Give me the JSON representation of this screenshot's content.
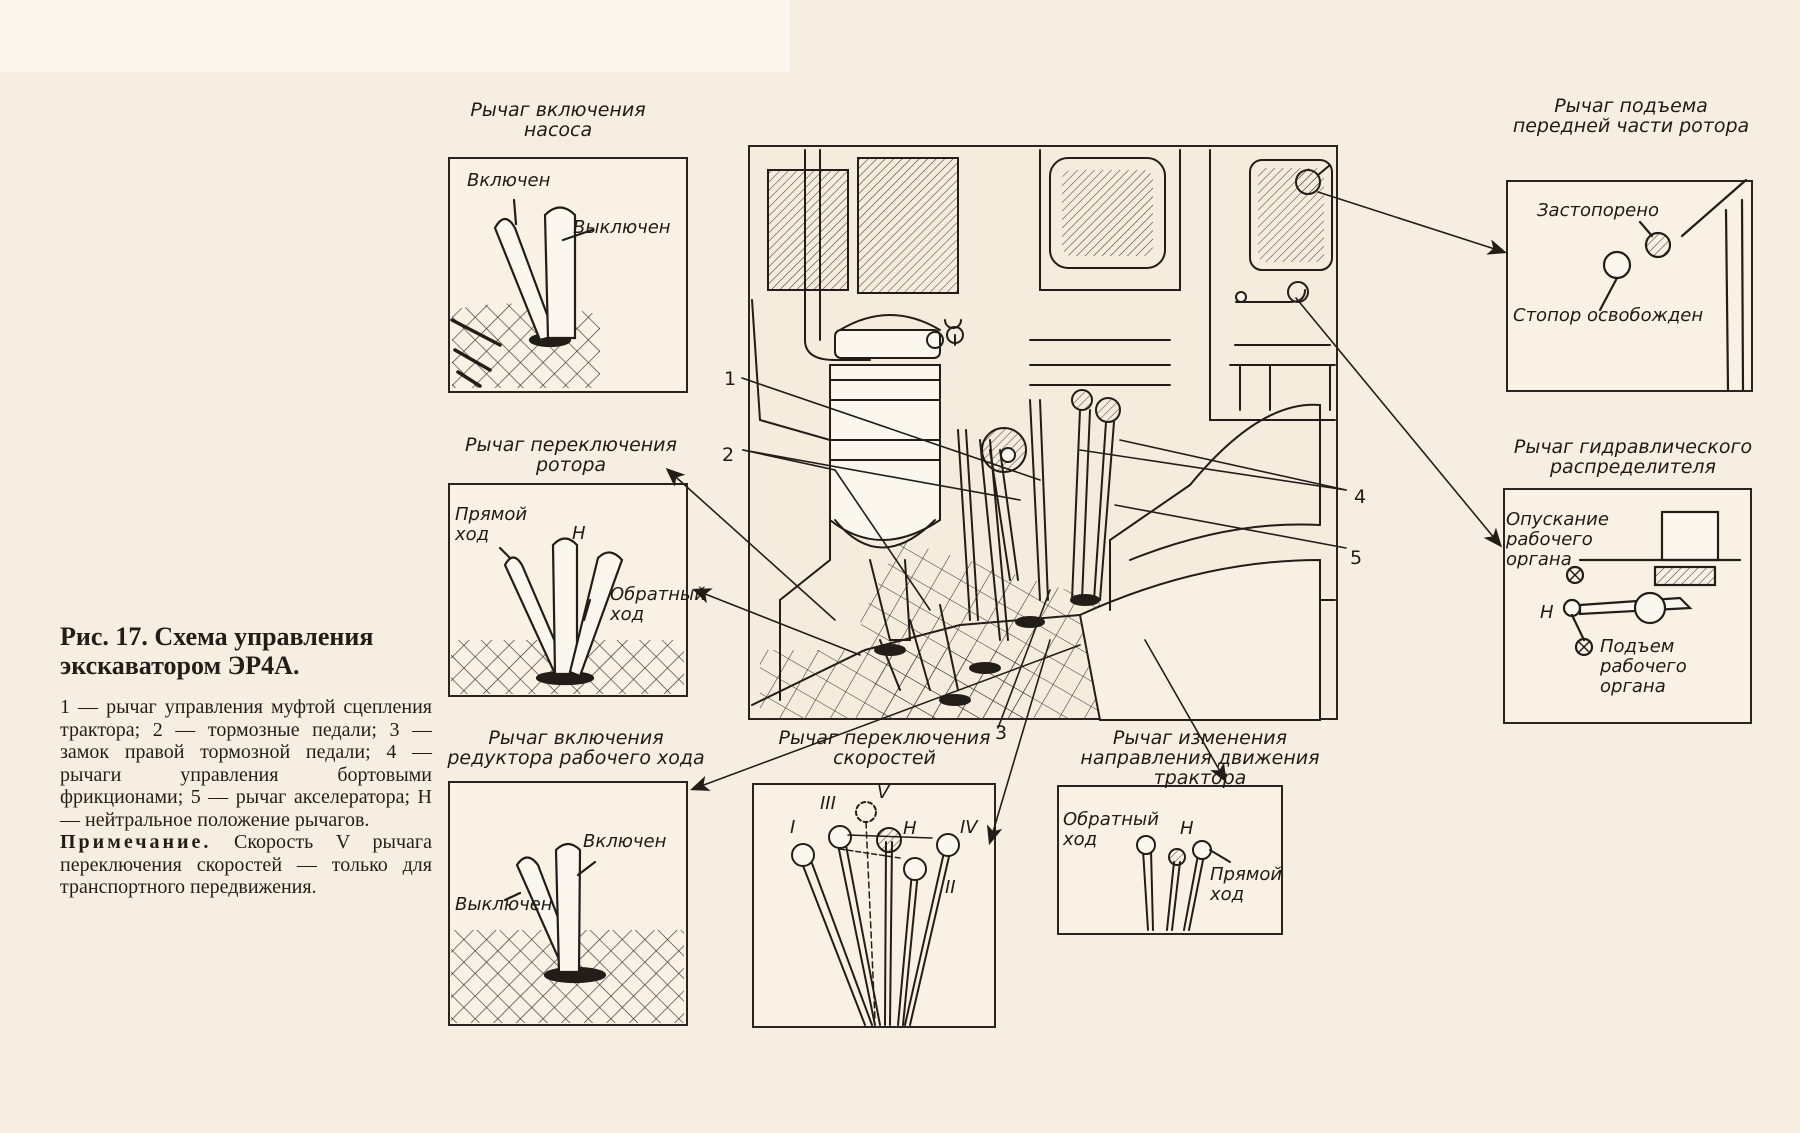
{
  "figure": {
    "title": "Рис. 17. Схема управления экскаватором ЭР4А.",
    "legend": "1 — рычаг управления муфтой сцепления трактора; 2 — тормозные педали; 3 — замок правой тормозной педали; 4 — рычаги управления бортовыми фрикционами; 5 — рычаг акселератора; Н — нейтральное положение рычагов.",
    "note_heading": "Примечание.",
    "note_text": "Скорость V рычага переключения скоростей — только для транспортного передвижения."
  },
  "callouts": [
    "1",
    "2",
    "3",
    "4",
    "5"
  ],
  "panels": {
    "pump": {
      "title": "Рычаг включения насоса",
      "on": "Включен",
      "off": "Выключен"
    },
    "rotor_switch": {
      "title": "Рычаг переключения ротора",
      "forward": "Прямой ход",
      "neutral": "Н",
      "reverse": "Обратный ход"
    },
    "reducer": {
      "title": "Рычаг включения редуктора рабочего хода",
      "on": "Включен",
      "off": "Выключен"
    },
    "speeds": {
      "title": "Рычаг переключения скоростей",
      "gears": [
        "I",
        "II",
        "III",
        "IV",
        "V"
      ],
      "neutral": "Н"
    },
    "direction": {
      "title": "Рычаг изменения направления движения трактора",
      "reverse": "Обратный ход",
      "neutral": "Н",
      "forward": "Прямой ход"
    },
    "rotor_lift": {
      "title": "Рычаг подъема передней части ротора",
      "locked": "Застопорено",
      "released": "Стопор освобожден"
    },
    "hydraulic": {
      "title": "Рычаг гидравлического распределителя",
      "lower": "Опускание рабочего органа",
      "neutral": "Н",
      "raise": "Подъем рабочего органа"
    }
  },
  "colors": {
    "paper": "#f6eee0",
    "ink": "#231d19"
  }
}
